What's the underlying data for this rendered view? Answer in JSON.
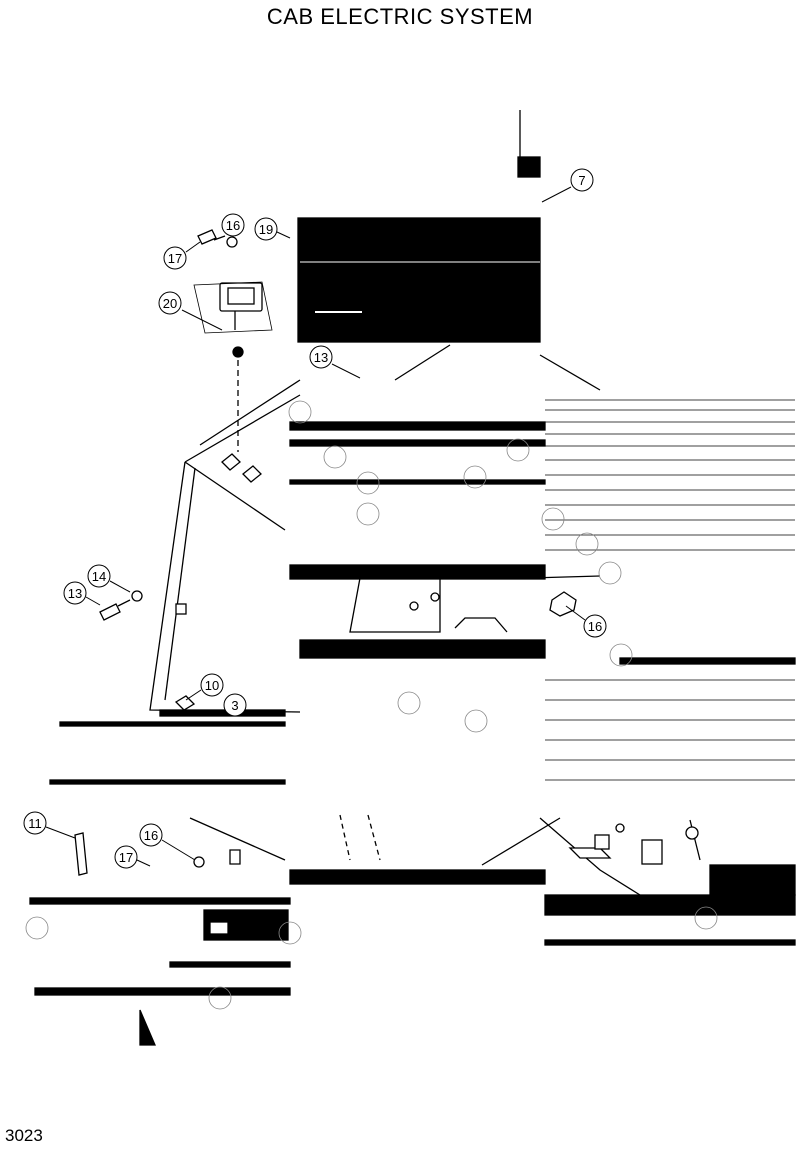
{
  "title": "CAB ELECTRIC SYSTEM",
  "page_number": "3023",
  "callouts": [
    "7",
    "16",
    "19",
    "17",
    "20",
    "13",
    "14",
    "13",
    "10",
    "3",
    "16",
    "11",
    "16",
    "17"
  ]
}
